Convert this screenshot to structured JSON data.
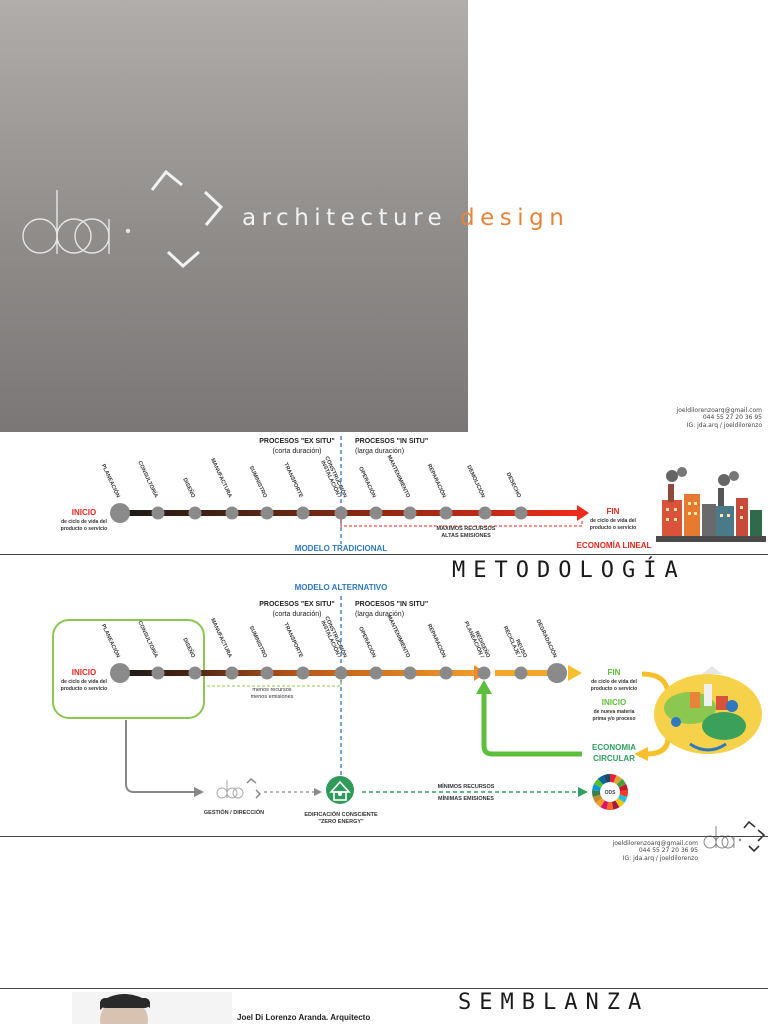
{
  "cover": {
    "brand_part1": "architecture",
    "brand_part2": "design",
    "contact_email": "joeldilorenzoarq@gmail.com",
    "contact_phone": "044 55 27 20 36 95",
    "contact_social": "IG: jda.arq / joeldilorenzo"
  },
  "traditional": {
    "ex_situ_title": "PROCESOS \"EX SITU\"",
    "ex_situ_sub": "(corta duración)",
    "in_situ_title": "PROCESOS \"IN SITU\"",
    "in_situ_sub": "(larga duración)",
    "stages": [
      "PLANEACIÓN",
      "CONSULTORÍA",
      "DISEÑO",
      "MANUFACTURA",
      "SUMINISTRO",
      "TRANSPORTE",
      "INSTALACIÓN / CONSTRUCCIÓN",
      "OPERACIÓN",
      "MANTENIMIENTO",
      "REPARACIÓN",
      "DEMOLICIÓN",
      "DESECHO"
    ],
    "inicio": "INICIO",
    "inicio_sub1": "de ciclo de vida del",
    "inicio_sub2": "producto o servicio",
    "fin": "FIN",
    "fin_sub1": "de ciclo de vida del",
    "fin_sub2": "producto o servicio",
    "max_resources": "MÁXIMOS RECURSOS",
    "max_emissions": "ALTAS EMISIONES",
    "model_label": "MODELO TRADICIONAL",
    "economy_label": "ECONOMÍA LINEAL"
  },
  "methodology": {
    "title": "METODOLOGÍA",
    "model_label": "MODELO ALTERNATIVO",
    "ex_situ_title": "PROCESOS \"EX SITU\"",
    "ex_situ_sub": "(corta duración)",
    "in_situ_title": "PROCESOS \"IN SITU\"",
    "in_situ_sub": "(larga duración)",
    "stages": [
      "PLANEACIÓN",
      "CONSULTORÍA",
      "DISEÑO",
      "MANUFACTURA",
      "SUMINISTRO",
      "TRANSPORTE",
      "INSTALACIÓN / CONSTRUCCIÓN",
      "OPERACIÓN",
      "MANTENIMIENTO",
      "REPARACIÓN",
      "PLANEACIÓN / REDISEÑO",
      "RECICLAJE / REUSO",
      "DEGRADACIÓN"
    ],
    "inicio": "INICIO",
    "inicio_sub1": "de ciclo de vida del",
    "inicio_sub2": "producto o servicio",
    "less_resources": "menos recursos",
    "less_emissions": "menos emisiones",
    "fin": "FIN",
    "fin_sub1": "de ciclo de vida del",
    "fin_sub2": "producto o servicio",
    "inicio2": "INICIO",
    "inicio2_sub1": "de nueva materia",
    "inicio2_sub2": "prima y/o proceso",
    "circular1": "ECONOMIA",
    "circular2": "CIRCULAR",
    "gestion": "GESTIÓN / DIRECCIÓN",
    "edif1": "EDIFICACIÓN CONSCIENTE",
    "edif2": "\"ZERO ENERGY\"",
    "min_resources": "MÍNIMOS RECURSOS",
    "min_emissions": "MÍNIMAS EMISIONES",
    "ods": "ODS",
    "contact_email": "joeldilorenzoarq@gmail.com",
    "contact_phone": "044 55 27 20 36 95",
    "contact_social": "IG: jda.arq / joeldilorenzo"
  },
  "semblanza": {
    "title": "SEMBLANZA",
    "name": "Joel Di Lorenzo Aranda. Arquitecto"
  },
  "colors": {
    "accent_orange": "#e8843a",
    "circular_green": "#5cbf3a",
    "linear_red": "#e8281e",
    "model_blue": "#2f78c0"
  }
}
